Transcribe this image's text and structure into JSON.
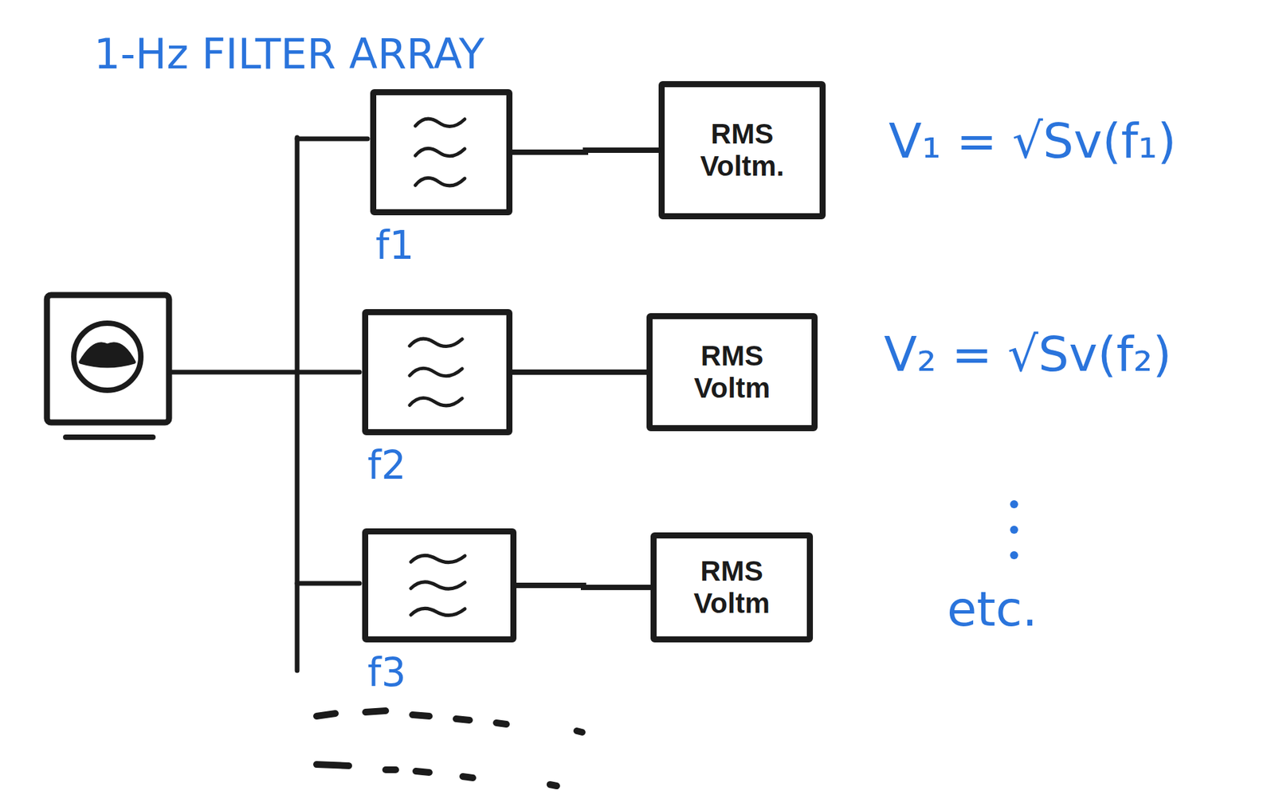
{
  "diagram": {
    "title": "1-Hz FILTER ARRAY",
    "nodes": [
      {
        "text": [
          "f1"
        ]
      },
      {
        "text": [
          "RMS Voltm."
        ]
      },
      {
        "text": [
          "f2"
        ]
      },
      {
        "text": [
          "RMS Voltm"
        ]
      },
      {
        "text": [
          "f3"
        ]
      },
      {
        "text": [
          "RMS Voltm"
        ]
      }
    ],
    "edges": [
      {
        "from": 0,
        "to": 1,
        "arrow": "none"
      },
      {
        "from": 2,
        "to": 3,
        "arrow": "none"
      },
      {
        "from": 4,
        "to": 5,
        "arrow": "none"
      }
    ],
    "labels": [
      "V₁ = √Sv(f₁)",
      "V₂ = √Sv(f₂)",
      "etc."
    ]
  }
}
